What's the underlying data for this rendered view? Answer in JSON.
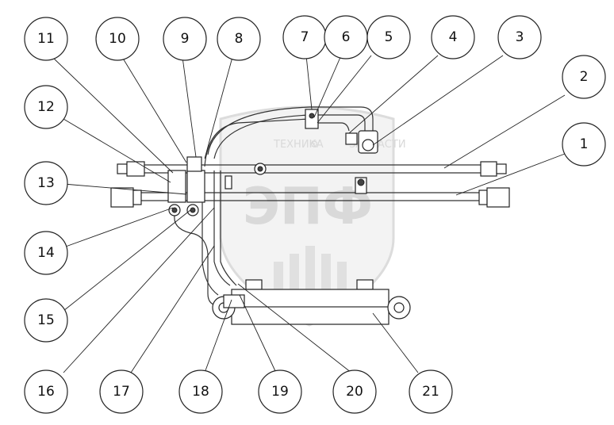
{
  "callouts": [
    {
      "id": "c11",
      "label": "11"
    },
    {
      "id": "c10",
      "label": "10"
    },
    {
      "id": "c9",
      "label": "9"
    },
    {
      "id": "c8",
      "label": "8"
    },
    {
      "id": "c7",
      "label": "7"
    },
    {
      "id": "c6",
      "label": "6"
    },
    {
      "id": "c5",
      "label": "5"
    },
    {
      "id": "c4",
      "label": "4"
    },
    {
      "id": "c3",
      "label": "3"
    },
    {
      "id": "c2",
      "label": "2"
    },
    {
      "id": "c1",
      "label": "1"
    },
    {
      "id": "c12",
      "label": "12"
    },
    {
      "id": "c13",
      "label": "13"
    },
    {
      "id": "c14",
      "label": "14"
    },
    {
      "id": "c15",
      "label": "15"
    },
    {
      "id": "c16",
      "label": "16"
    },
    {
      "id": "c17",
      "label": "17"
    },
    {
      "id": "c18",
      "label": "18"
    },
    {
      "id": "c19",
      "label": "19"
    },
    {
      "id": "c20",
      "label": "20"
    },
    {
      "id": "c21",
      "label": "21"
    }
  ],
  "watermark": {
    "top_left": "ТЕХНИКА",
    "top_right": "ЗАПЧАСТИ",
    "logo": "ЭПФ"
  }
}
